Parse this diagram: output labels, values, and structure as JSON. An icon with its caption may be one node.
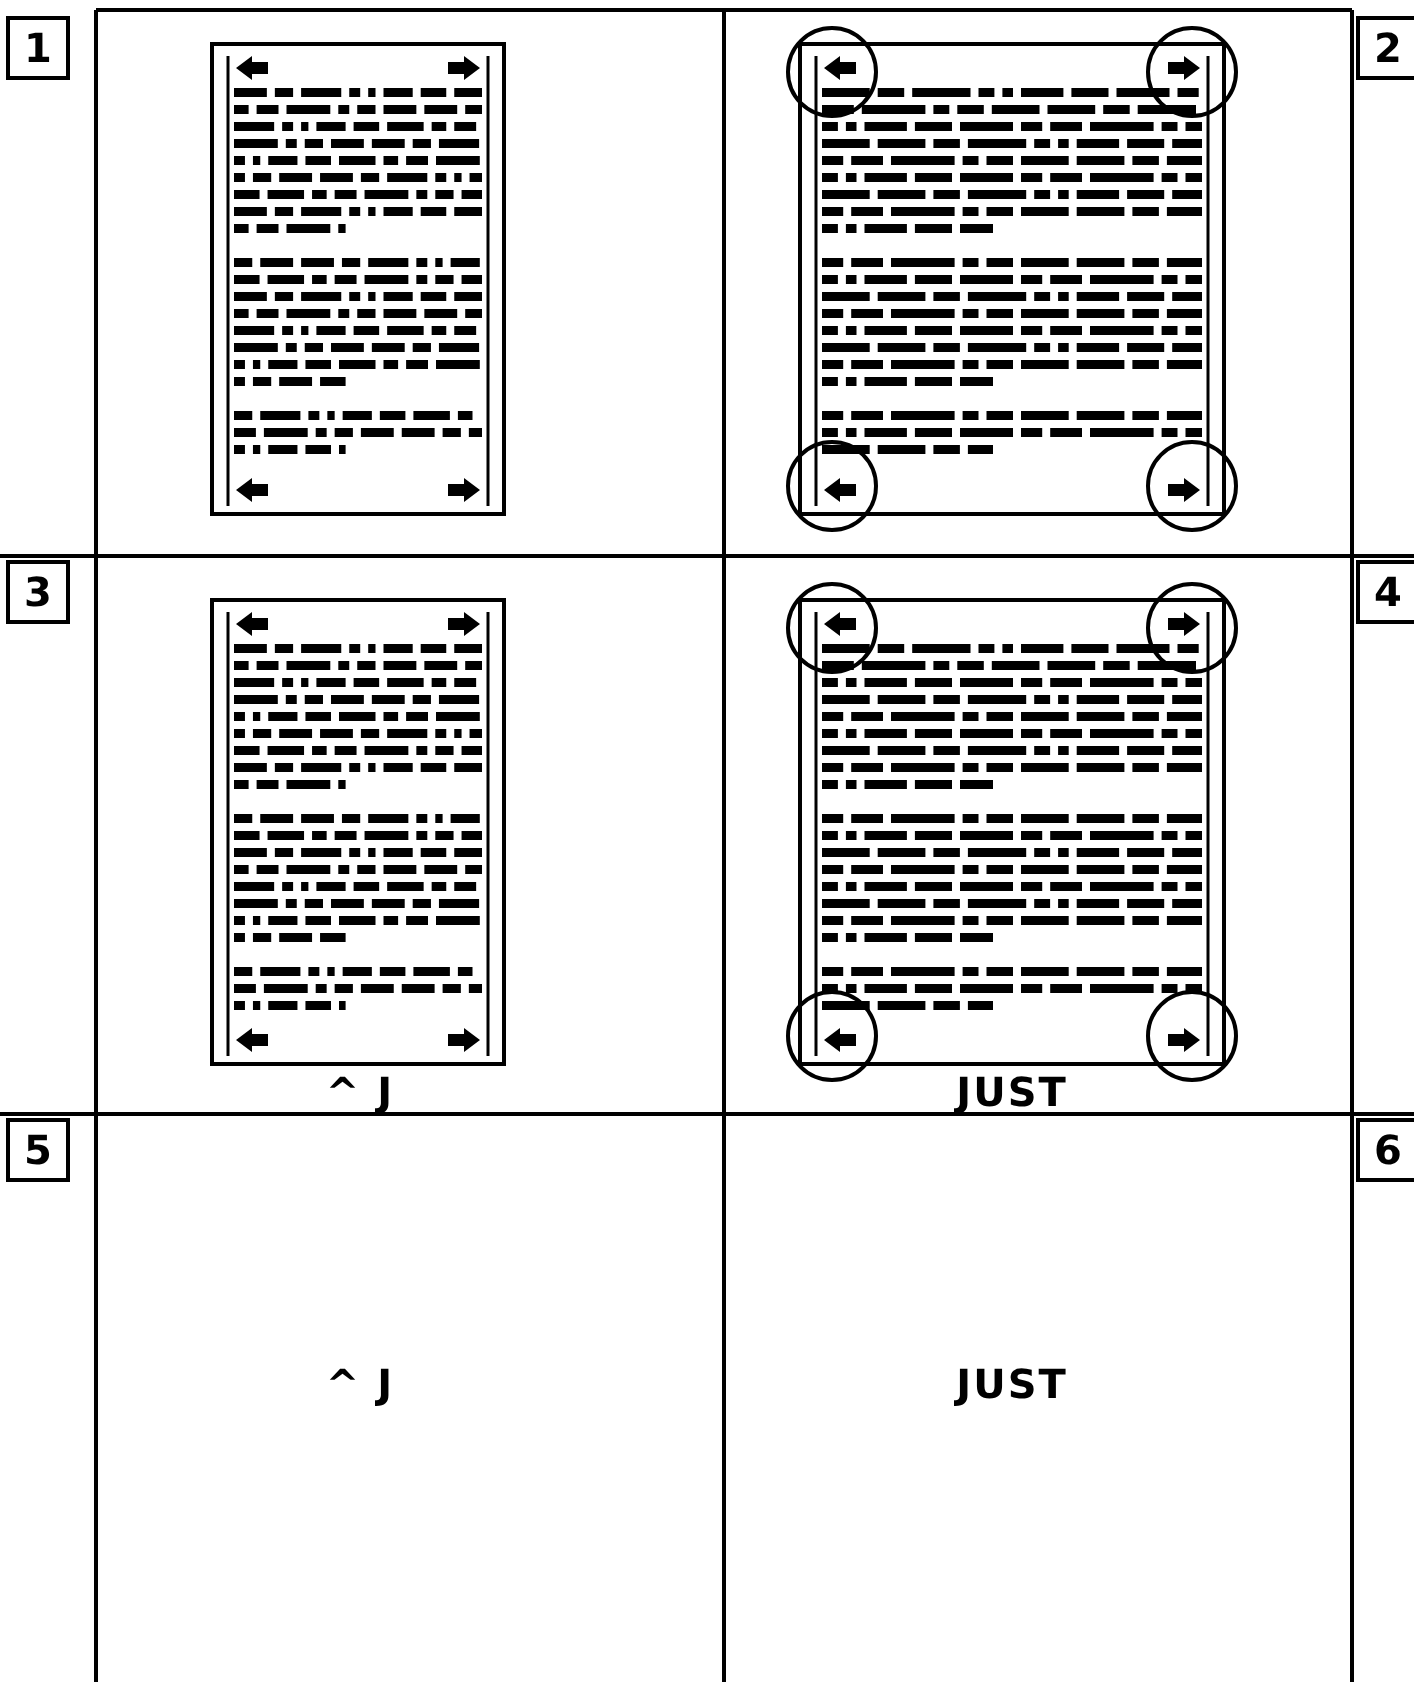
{
  "diagram": {
    "labels": [
      "1",
      "2",
      "3",
      "4",
      "^ J",
      "JUST",
      "5",
      "6",
      "^ J",
      "JUST"
    ]
  }
}
